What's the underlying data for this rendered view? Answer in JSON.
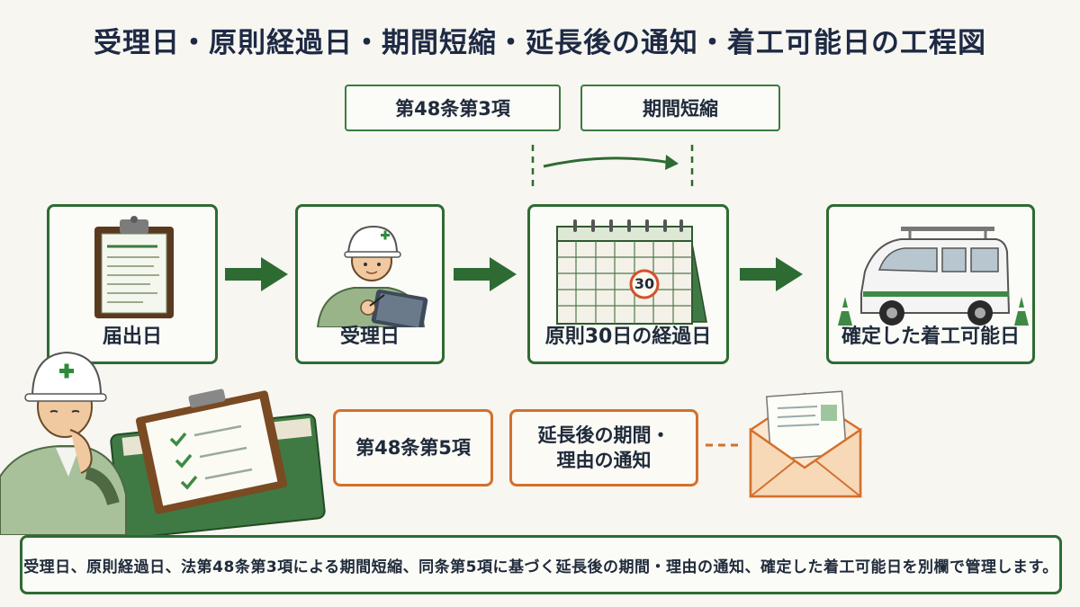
{
  "title": "受理日・原則経過日・期間短縮・延長後の通知・着工可能日の工程図",
  "tags": {
    "art48_3": "第48条第3項",
    "shortening": "期間短縮"
  },
  "steps": [
    {
      "label": "届出日"
    },
    {
      "label": "受理日"
    },
    {
      "label": "原則30日の経過日",
      "calendar_number": "30"
    },
    {
      "label": "確定した着工可能日"
    }
  ],
  "notices": {
    "art48_5": "第48条第5項",
    "extension_line1": "延長後の期間・",
    "extension_line2": "理由の通知"
  },
  "footer_note": "受理日、原則経過日、法第48条第3項による期間短縮、同条第5項に基づく延長後の期間・理由の通知、確定した着工可能日を別欄で管理します。",
  "colors": {
    "green": "#2e6b33",
    "orange": "#d4702c",
    "background": "#f7f6f1"
  }
}
